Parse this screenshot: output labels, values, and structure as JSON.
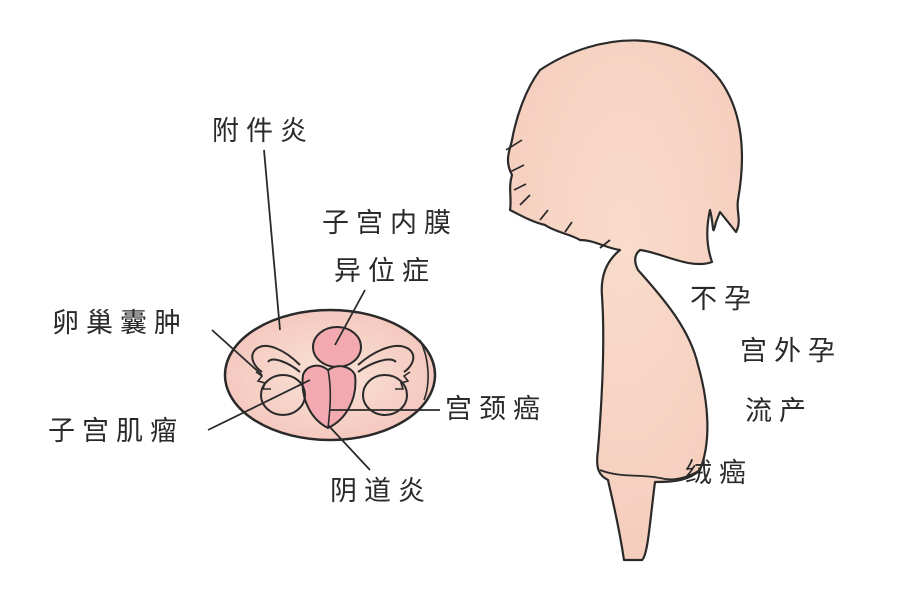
{
  "diagram": {
    "colors": {
      "skin": "#f7d4c3",
      "pelvis_fill": "#f6d9c9",
      "highlight_pink": "#f2aab0",
      "outline": "#2a2a2a",
      "background": "#ffffff"
    },
    "pelvis_labels": {
      "adnexitis": "附件炎",
      "endometriosis_line1": "子宫内膜",
      "endometriosis_line2": "异位症",
      "ovarian_cyst": "卵巢囊肿",
      "uterine_fibroid": "子宫肌瘤",
      "cervical_cancer": "宫颈癌",
      "vaginitis": "阴道炎"
    },
    "consequence_labels": {
      "infertility": "不孕",
      "ectopic_pregnancy": "宫外孕",
      "miscarriage": "流产",
      "choriocarcinoma": "绒癌"
    }
  }
}
